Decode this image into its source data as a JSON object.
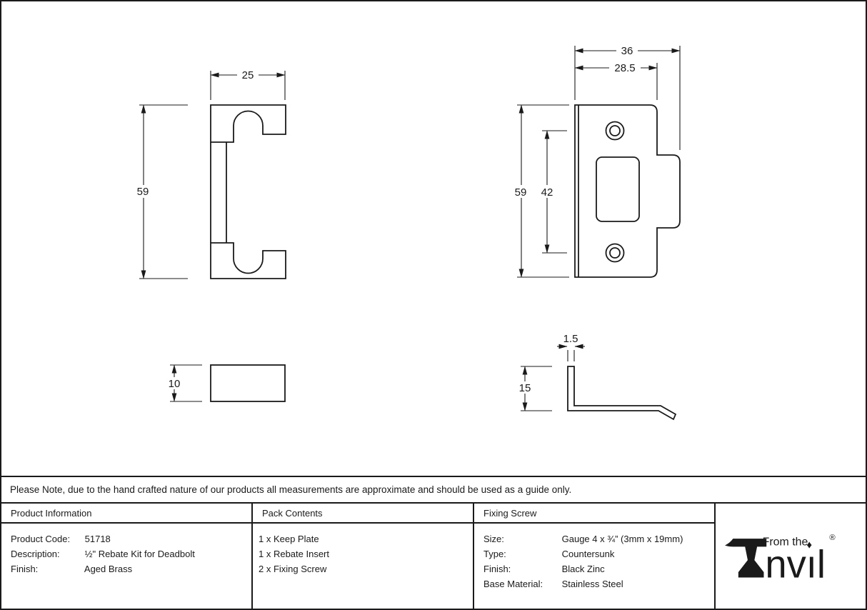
{
  "note": "Please Note, due to the hand crafted nature of our products all measurements are approximate and should be used as a guide only.",
  "drawings": {
    "rebate_insert_front": {
      "width_dim": "25",
      "height_dim": "59"
    },
    "keep_plate_front": {
      "overall_width_dim": "36",
      "plate_width_dim": "28.5",
      "height_dim": "59",
      "hole_spacing_dim": "42"
    },
    "rebate_insert_side": {
      "thickness_dim": "10"
    },
    "keep_plate_side": {
      "material_thickness_dim": "1.5",
      "lip_height_dim": "15"
    }
  },
  "table": {
    "product_information": {
      "header": "Product Information",
      "rows": [
        {
          "label": "Product Code:",
          "value": "51718"
        },
        {
          "label": "Description:",
          "value": "½\" Rebate Kit for Deadbolt"
        },
        {
          "label": "Finish:",
          "value": "Aged Brass"
        }
      ]
    },
    "pack_contents": {
      "header": "Pack Contents",
      "items": [
        "1 x Keep Plate",
        "1 x Rebate Insert",
        "2 x Fixing Screw"
      ]
    },
    "fixing_screw": {
      "header": "Fixing Screw",
      "rows": [
        {
          "label": "Size:",
          "value": "Gauge 4 x ¾” (3mm x 19mm)"
        },
        {
          "label": "Type:",
          "value": "Countersunk"
        },
        {
          "label": "Finish:",
          "value": "Black Zinc"
        },
        {
          "label": "Base Material:",
          "value": "Stainless Steel"
        }
      ]
    }
  },
  "logo": {
    "tagline": "From the",
    "brand_rest": "nvıl",
    "diamond": "♦",
    "registered": "®"
  },
  "colors": {
    "line": "#1a1a1a",
    "background": "#ffffff"
  }
}
